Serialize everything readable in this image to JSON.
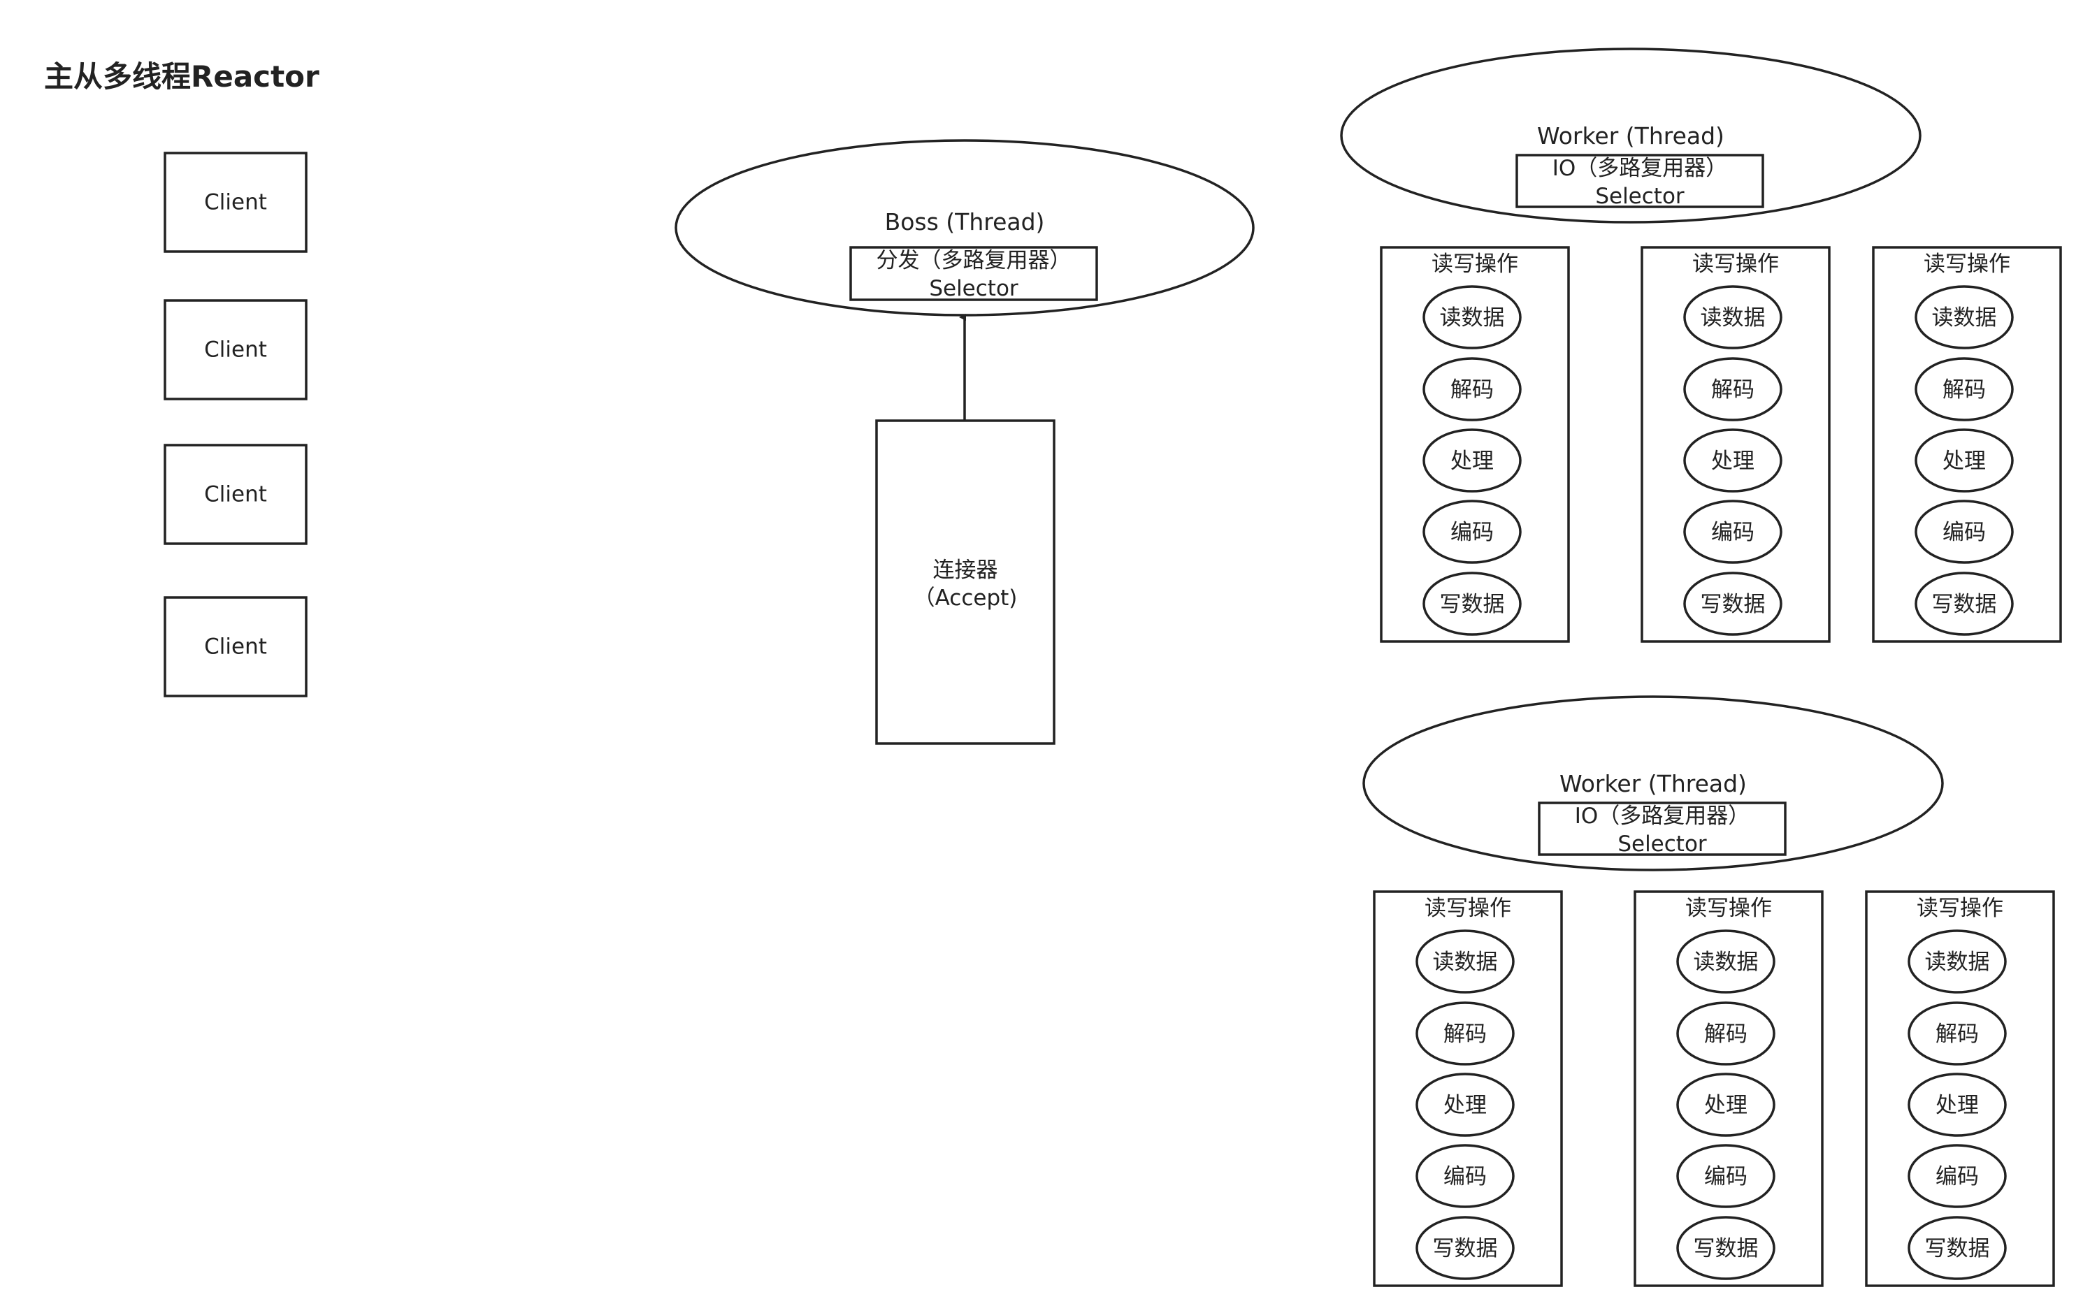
{
  "title": "主从多线程Reactor",
  "clients": [
    "Client",
    "Client",
    "Client",
    "Client"
  ],
  "boss": {
    "thread_label": "Boss (Thread)",
    "selector_line1": "分发（多路复用器）",
    "selector_line2": "Selector"
  },
  "acceptor": {
    "line1": "连接器",
    "line2": "（Accept)"
  },
  "workers": [
    {
      "thread_label": "Worker (Thread)",
      "selector_line1": "IO（多路复用器）",
      "selector_line2": "Selector"
    },
    {
      "thread_label": "Worker (Thread)",
      "selector_line1": "IO（多路复用器）",
      "selector_line2": "Selector"
    }
  ],
  "ops_group_label": "读写操作",
  "ops_steps": [
    "读数据",
    "解码",
    "处理",
    "编码",
    "写数据"
  ],
  "colors": {
    "stroke": "#222222",
    "background": "#ffffff"
  }
}
